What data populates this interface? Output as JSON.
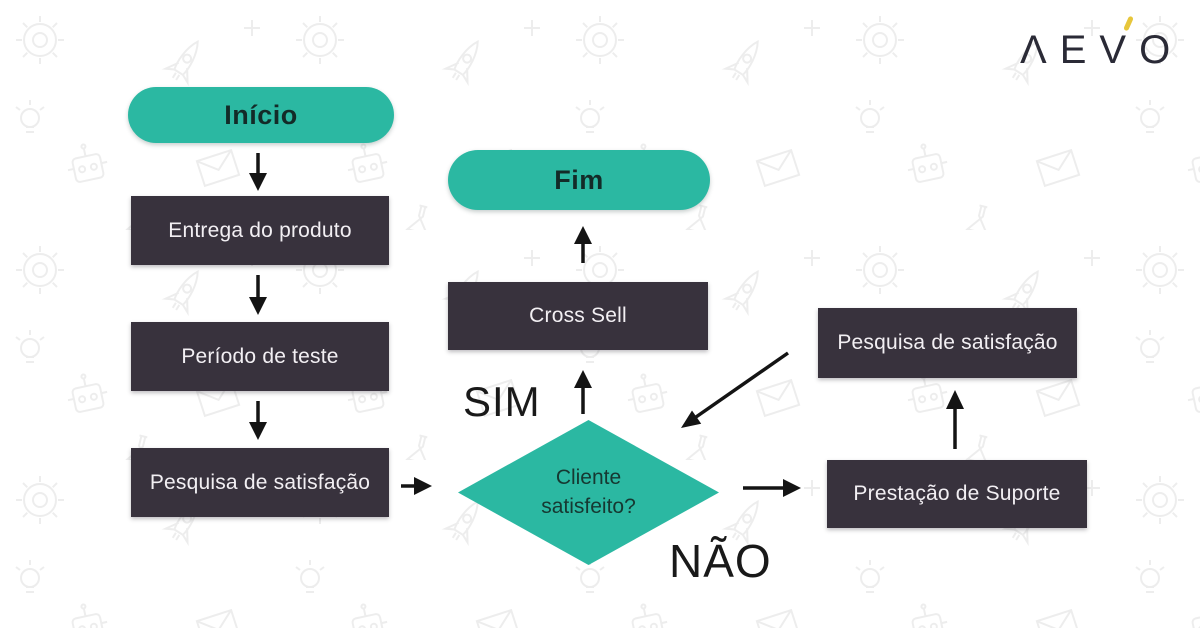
{
  "logo": {
    "name": "AEVO",
    "letters": [
      "Λ",
      "E",
      "V",
      "O"
    ],
    "accent_color": "#e7c63b"
  },
  "flowchart": {
    "nodes": {
      "inicio": {
        "label": "Início",
        "shape": "pill"
      },
      "entrega": {
        "label": "Entrega do produto",
        "shape": "rect"
      },
      "periodo": {
        "label": "Período de teste",
        "shape": "rect"
      },
      "pesquisa_left": {
        "label": "Pesquisa de satisfação",
        "shape": "rect"
      },
      "decisao": {
        "label": "Cliente satisfeito?",
        "shape": "diamond"
      },
      "cross_sell": {
        "label": "Cross Sell",
        "shape": "rect"
      },
      "fim": {
        "label": "Fim",
        "shape": "pill"
      },
      "pesquisa_right": {
        "label": "Pesquisa de satisfação",
        "shape": "rect"
      },
      "suporte": {
        "label": "Prestação de Suporte",
        "shape": "rect"
      }
    },
    "branch_labels": {
      "yes": "SIM",
      "no": "NÃO"
    }
  },
  "colors": {
    "teal": "#2bb8a2",
    "dark_box": "#38323d",
    "box_text": "#f2eff3",
    "arrow": "#141414",
    "logo_text": "#2a2a36",
    "logo_accent": "#e7c63b",
    "background": "#ffffff",
    "doodle": "#ededed"
  }
}
